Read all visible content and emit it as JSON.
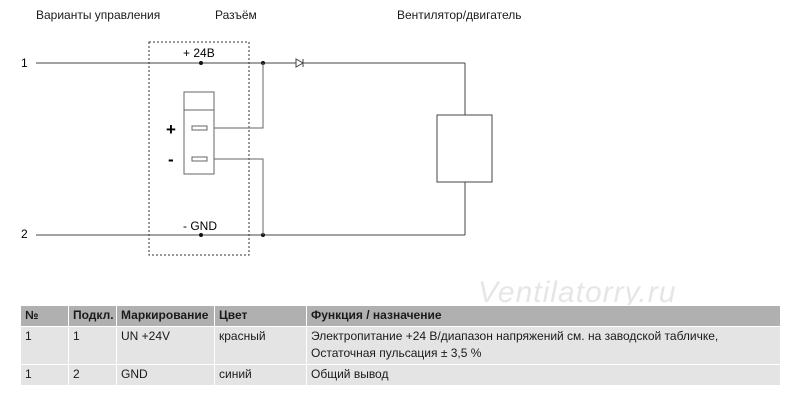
{
  "headers": {
    "control": "Варианты управления",
    "connector": "Разъём",
    "fan": "Вентилятор/двигатель"
  },
  "diagram": {
    "terminals": [
      "1",
      "2"
    ],
    "plus_label": "+ 24В",
    "gnd_label": "- GND",
    "plus_sign": "+",
    "minus_sign": "-"
  },
  "watermark": "Ventilatorry.ru",
  "table": {
    "columns": [
      "№",
      "Подкл.",
      "Маркирование",
      "Цвет",
      "Функция / назначение"
    ],
    "rows": [
      {
        "num": "1",
        "conn": "1",
        "mark": "UN +24V",
        "color": "красный",
        "func": [
          "Электропитание +24 В/диапазон напряжений см. на заводской табличке,",
          "Остаточная пульсация ± 3,5 %"
        ]
      },
      {
        "num": "1",
        "conn": "2",
        "mark": "GND",
        "color": "синий",
        "func": [
          "Общий вывод"
        ]
      }
    ]
  }
}
